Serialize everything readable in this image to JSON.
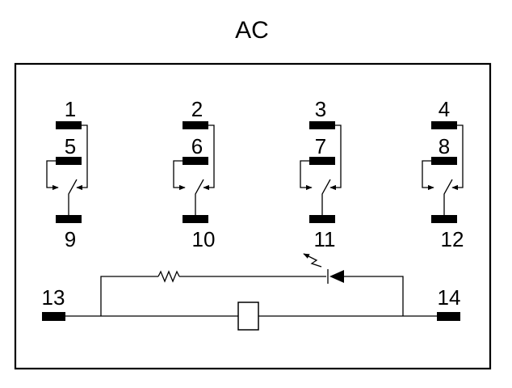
{
  "title": "AC",
  "terminals": {
    "t1": "1",
    "t2": "2",
    "t3": "3",
    "t4": "4",
    "t5": "5",
    "t6": "6",
    "t7": "7",
    "t8": "8",
    "t9": "9",
    "t10": "10",
    "t11": "11",
    "t12": "12",
    "t13": "13",
    "t14": "14"
  },
  "colors": {
    "ink": "#000000",
    "background": "#ffffff"
  }
}
